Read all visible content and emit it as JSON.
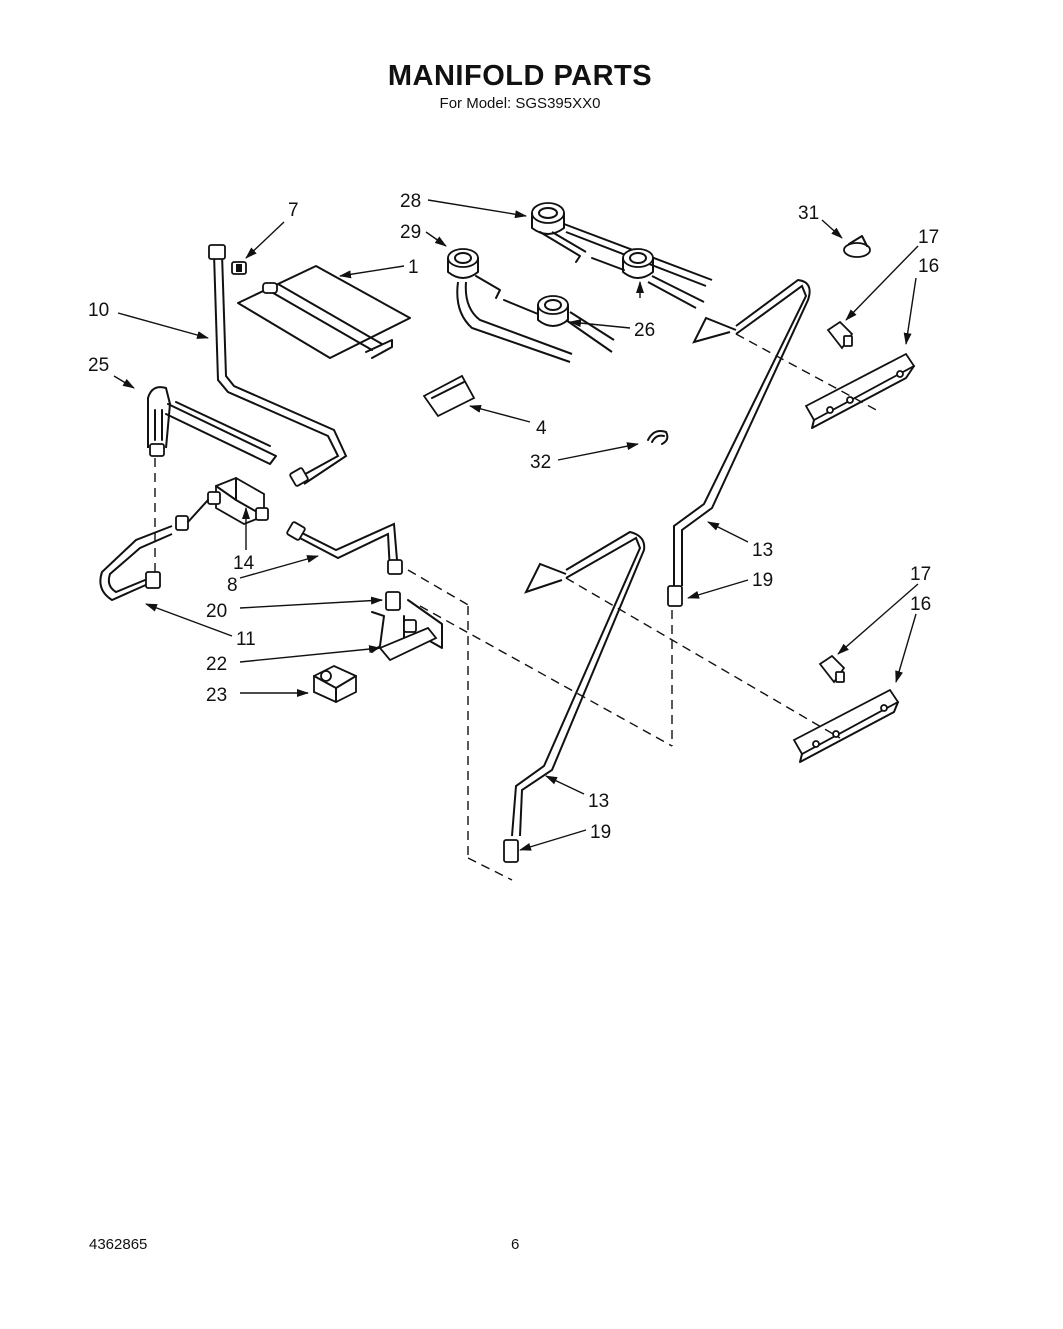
{
  "header": {
    "title": "MANIFOLD PARTS",
    "subtitle": "For Model: SGS395XX0"
  },
  "callouts": {
    "c1": "1",
    "c4": "4",
    "c7": "7",
    "c8": "8",
    "c10": "10",
    "c11": "11",
    "c13a": "13",
    "c13b": "13",
    "c14": "14",
    "c16a": "16",
    "c16b": "16",
    "c17a": "17",
    "c17b": "17",
    "c19a": "19",
    "c19b": "19",
    "c20": "20",
    "c22": "22",
    "c23": "23",
    "c25": "25",
    "c26": "26",
    "c28": "28",
    "c29": "29",
    "c31": "31",
    "c32": "32"
  },
  "footer": {
    "doc_number": "4362865",
    "page_number": "6"
  }
}
